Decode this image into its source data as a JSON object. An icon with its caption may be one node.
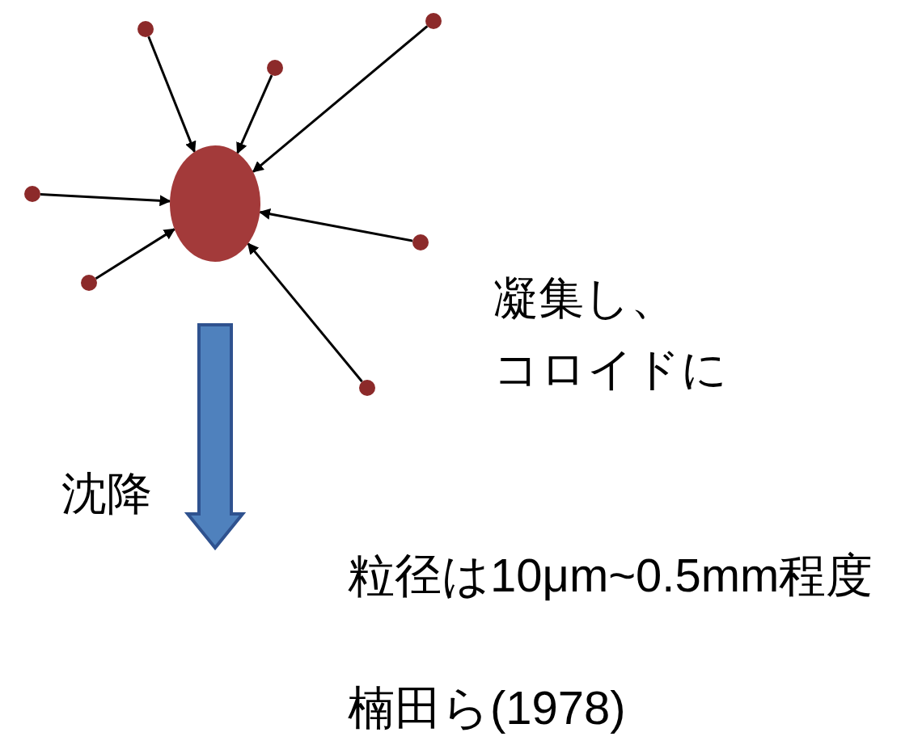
{
  "diagram": {
    "nodes": [
      {
        "text": [],
        "shape": "circle"
      },
      {
        "text": [],
        "shape": "circle"
      },
      {
        "text": [],
        "shape": "circle"
      },
      {
        "text": [],
        "shape": "circle"
      },
      {
        "text": [],
        "shape": "circle"
      },
      {
        "text": [],
        "shape": "circle"
      },
      {
        "text": [],
        "shape": "circle"
      },
      {
        "text": [],
        "shape": "circle"
      }
    ],
    "edges": [
      {
        "from": 0,
        "to": 4,
        "arrow": "to"
      },
      {
        "from": 1,
        "to": 4,
        "arrow": "to"
      },
      {
        "from": 2,
        "to": 4,
        "arrow": "to"
      },
      {
        "from": 3,
        "to": 4,
        "arrow": "to"
      },
      {
        "from": 5,
        "to": 4,
        "arrow": "to"
      },
      {
        "from": 6,
        "to": 4,
        "arrow": "to"
      },
      {
        "from": 7,
        "to": 4,
        "arrow": "to"
      }
    ],
    "labels": [
      "凝集し、コロイドに",
      "沈降",
      "粒径は10μm~0.5mm程度",
      "楠田ら(1978)"
    ]
  }
}
